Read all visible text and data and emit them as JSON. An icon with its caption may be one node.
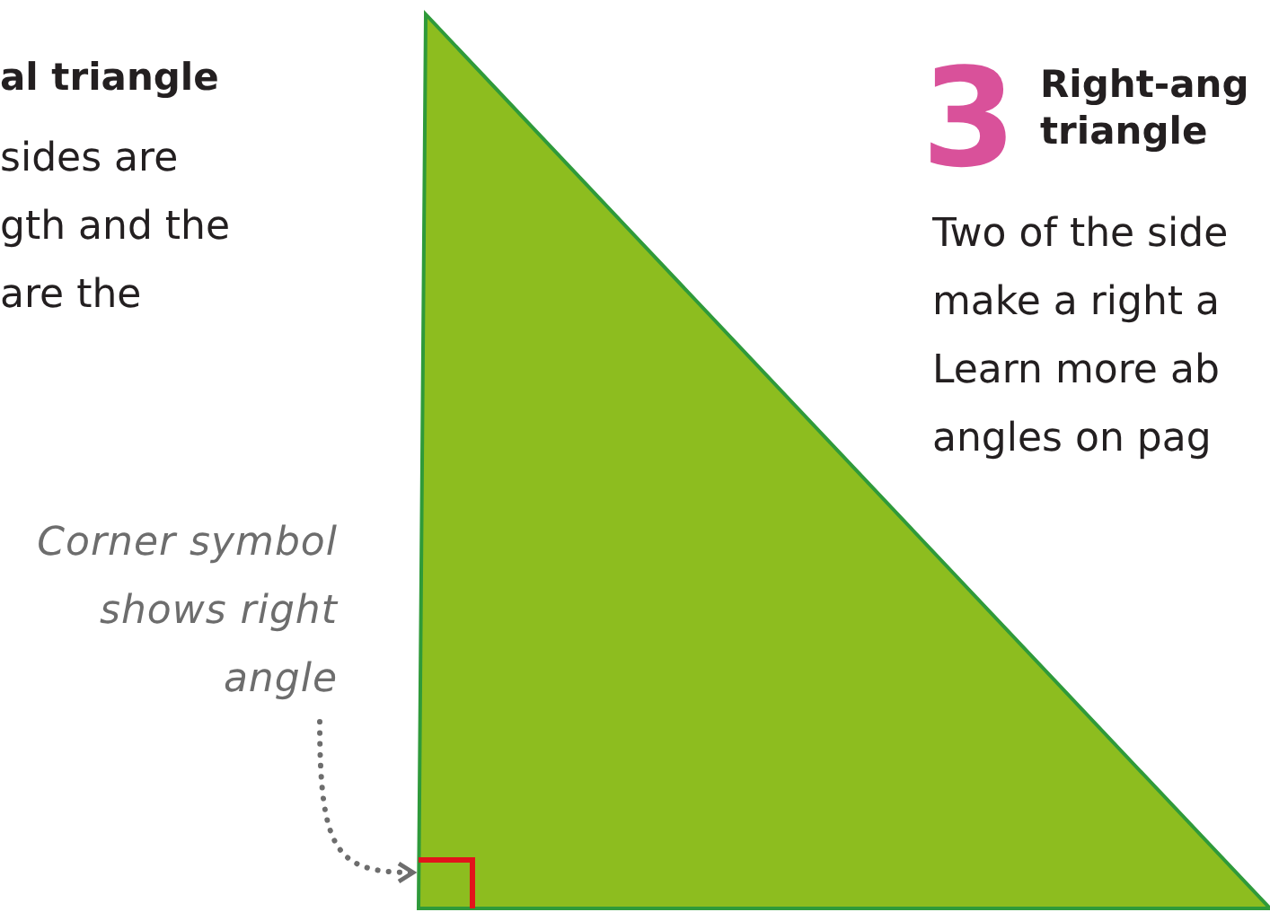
{
  "diagram": {
    "nodes": [
      {
        "text": [],
        "shape": "triangle"
      },
      {
        "text": [],
        "shape": "box",
        "in": 0
      },
      {
        "text": [
          "Corner symbol shows right angle"
        ]
      }
    ],
    "edges": [
      {
        "from": 2,
        "to": 1,
        "arrow": "to",
        "style": "dashed"
      }
    ],
    "labels": [
      "al triangle",
      "sides are gth and the are the",
      "3",
      "Right-ang triangle",
      "Two of the side make a right a Learn more ab angles on pag"
    ]
  }
}
